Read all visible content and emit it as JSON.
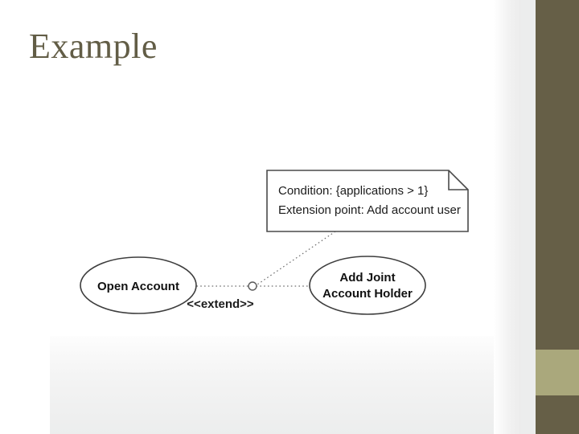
{
  "slide": {
    "title": "Example",
    "title_color": "#625d46",
    "background_color": "#ffffff"
  },
  "sidebar": {
    "dark_color": "#665f47",
    "light_color": "#aaa87c",
    "gap_color": "#eceded"
  },
  "diagram": {
    "type": "uml-use-case-diagram",
    "note": {
      "line1": "Condition: {applications > 1}",
      "line2": "Extension point: Add account user"
    },
    "use_cases": [
      {
        "id": "open-account",
        "label_line1": "Open Account",
        "label_line2": ""
      },
      {
        "id": "add-joint-account-holder",
        "label_line1": "Add Joint",
        "label_line2": "Account Holder"
      }
    ],
    "relationship": {
      "stereotype": "<<extend>>",
      "from": "Add Joint Account Holder",
      "to": "Open Account",
      "line_style": "dashed",
      "arrow": "open"
    },
    "stroke_color": "#4a4a4a"
  }
}
